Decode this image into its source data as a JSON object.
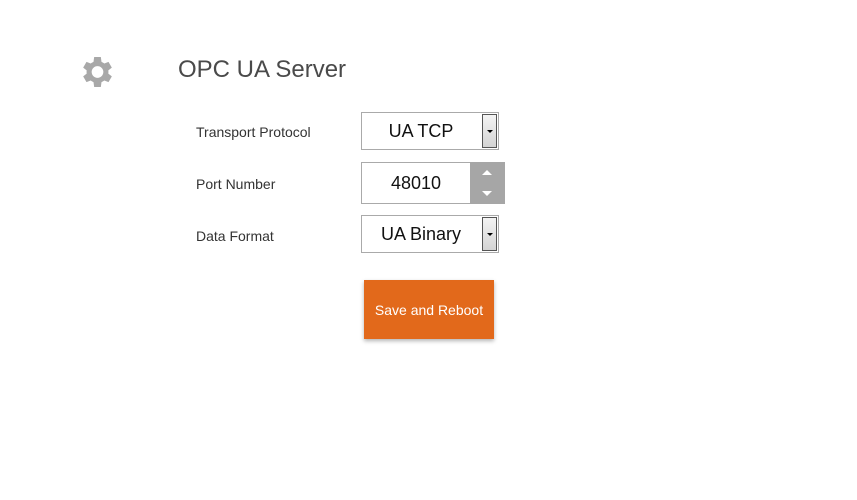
{
  "header": {
    "title": "OPC UA Server",
    "icon": "gear-icon"
  },
  "form": {
    "transport_protocol": {
      "label": "Transport Protocol",
      "value": "UA TCP"
    },
    "port_number": {
      "label": "Port Number",
      "value": "48010"
    },
    "data_format": {
      "label": "Data Format",
      "value": "UA Binary"
    }
  },
  "actions": {
    "save_label": "Save and Reboot"
  },
  "colors": {
    "accent": "#e2691b",
    "spinner": "#a6a6a6",
    "gear": "#a8a8a8"
  }
}
